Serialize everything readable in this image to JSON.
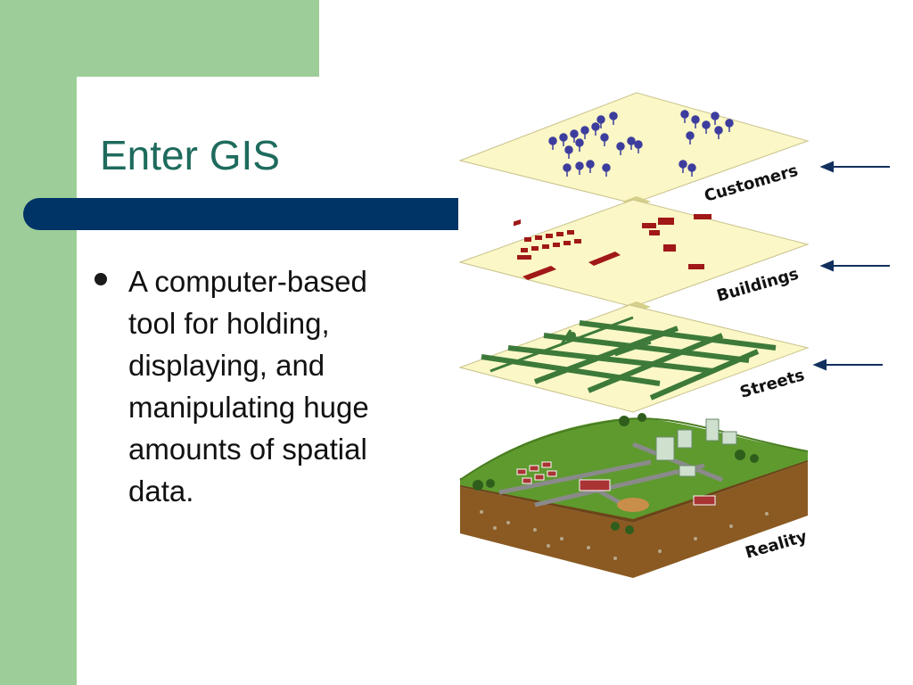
{
  "slide": {
    "title": "Enter GIS",
    "bullets": [
      {
        "text": "A computer-based tool for holding, displaying, and manipulating huge amounts of spatial data."
      }
    ]
  },
  "illustration": {
    "layers": [
      {
        "label": "Customers",
        "has_arrow": true
      },
      {
        "label": "Buildings",
        "has_arrow": true
      },
      {
        "label": "Streets",
        "has_arrow": true
      },
      {
        "label": "Reality",
        "has_arrow": false
      }
    ]
  },
  "colors": {
    "background_green": "#9dcd98",
    "title": "#1e6b5d",
    "band": "#003366",
    "layer_fill": "#fbf7c6",
    "arrow": "#12305e"
  }
}
